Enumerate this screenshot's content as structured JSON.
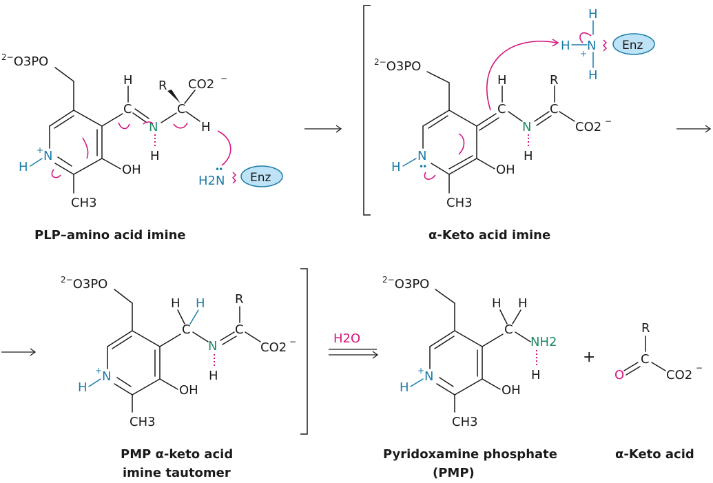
{
  "captions": {
    "plp_imine": "PLP–amino acid imine",
    "keto_imine": "α-Keto acid imine",
    "tautomer_line1": "PMP α-keto acid",
    "tautomer_line2": "imine tautomer",
    "pmp_line1": "Pyridoxamine phosphate",
    "pmp_line2": "(PMP)",
    "keto_acid": "α-Keto acid"
  },
  "labels": {
    "phosphate_charge": "2−",
    "phosphate_group": "O3PO",
    "H": "H",
    "N": "N",
    "C": "C",
    "O": "O",
    "R": "R",
    "OH": "OH",
    "plus": "+",
    "minus": "−",
    "CH3": "CH3",
    "CO2": "CO2",
    "H2N": "H2N",
    "NH2": "NH2",
    "lone_pair": "••",
    "enzyme": "Enz",
    "water": "H2O",
    "plus_sign": "+"
  },
  "colors": {
    "nitrogen_blue": "#1a7ba8",
    "imine_green": "#1c8a64",
    "arrow_magenta": "#d4147f",
    "enzyme_fill": "#bfe3f6"
  }
}
